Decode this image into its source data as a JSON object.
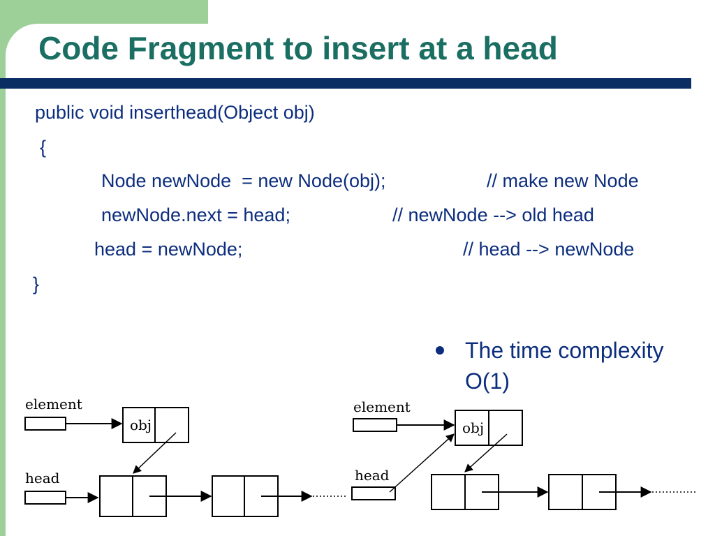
{
  "slide": {
    "title": "Code Fragment to insert at a head"
  },
  "code": {
    "lines": [
      "public void inserthead(Object obj)",
      "{",
      "Node newNode  = new Node(obj);",
      "// make new Node",
      "newNode.next = head;",
      "// newNode --> old head",
      "head = newNode;",
      "// head --> newNode",
      "}"
    ]
  },
  "bullet": {
    "text": "The time complexity O(1)"
  },
  "diagram_before": {
    "element_label": "element",
    "obj_label": "obj",
    "head_label": "head"
  },
  "diagram_after": {
    "element_label": "element",
    "obj_label": "obj",
    "head_label": "head"
  },
  "colors": {
    "title": "#1a6e62",
    "rule": "#0a2e63",
    "body_text": "#0c2d7d",
    "accent_green": "#9dcf98"
  }
}
